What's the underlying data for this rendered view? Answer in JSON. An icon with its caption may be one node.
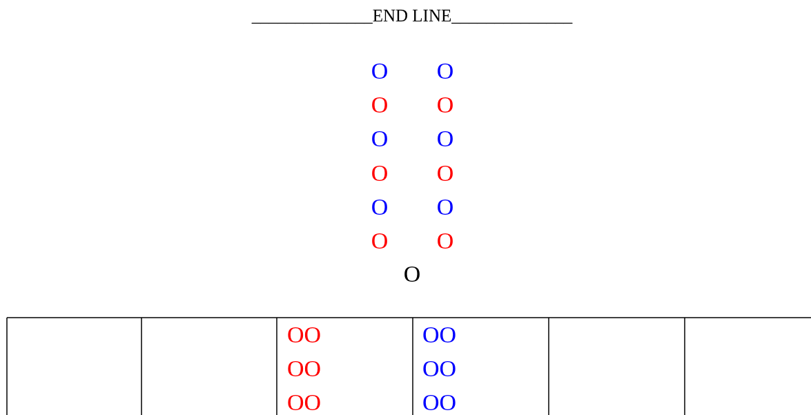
{
  "diagram": {
    "labels": [
      "______________END LINE______________",
      "O",
      "O",
      "O",
      "O",
      "O",
      "O",
      "O",
      "O",
      "O",
      "O",
      "O",
      "O",
      "O",
      "OO",
      "OO",
      "OO",
      "OO",
      "OO",
      "OO"
    ]
  }
}
